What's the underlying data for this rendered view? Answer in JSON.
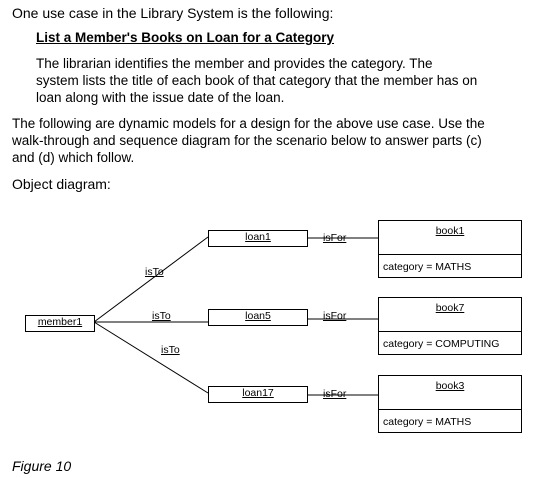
{
  "intro": "One use case in the Library System is the following:",
  "use_case": {
    "title": "List a Member's Books on Loan for a Category",
    "lines": [
      "The librarian identifies the member and provides the category. The",
      "system lists the title of each book of that category that the member has on",
      "loan along with the issue date of the loan."
    ]
  },
  "paragraph_lines": [
    "The following are dynamic models for a design for the above use case. Use the",
    "walk-through and sequence diagram for the scenario below to answer parts (c)",
    "and (d) which follow."
  ],
  "object_diagram_label": "Object diagram:",
  "diagram": {
    "member": "member1",
    "links": {
      "is_to": "isTo",
      "is_for": "isFor"
    },
    "loans": [
      "loan1",
      "loan5",
      "loan17"
    ],
    "books": [
      {
        "name": "book1",
        "attribute": "category = MATHS"
      },
      {
        "name": "book7",
        "attribute": "category = COMPUTING"
      },
      {
        "name": "book3",
        "attribute": "category = MATHS"
      }
    ]
  },
  "figure_caption": "Figure 10"
}
